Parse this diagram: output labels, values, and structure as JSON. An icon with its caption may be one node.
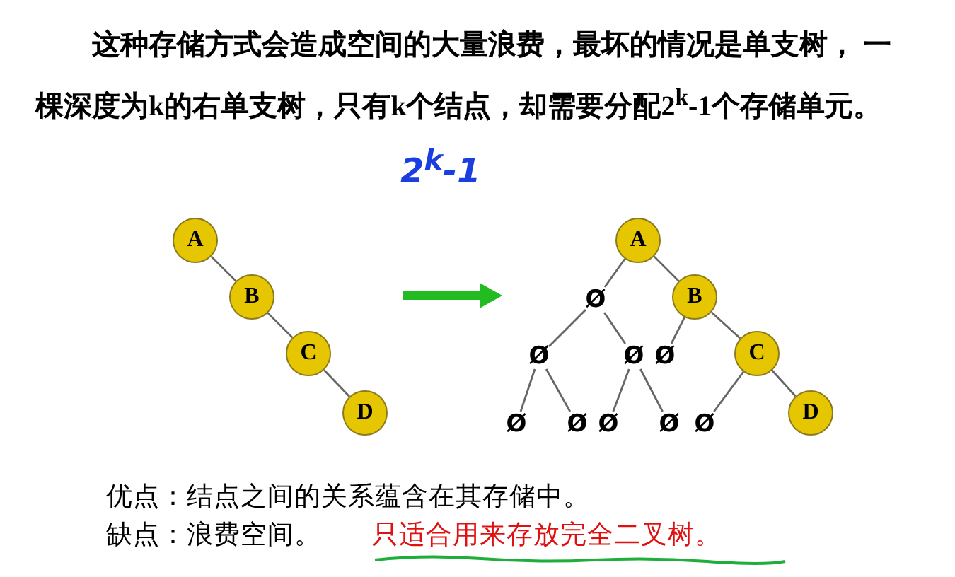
{
  "diagram": {
    "nodes": [
      {
        "text": [
          "A"
        ]
      },
      {
        "text": [
          "B"
        ]
      },
      {
        "text": [
          "C"
        ]
      },
      {
        "text": [
          "D"
        ]
      },
      {
        "text": [
          "A"
        ]
      },
      {
        "text": [
          "Ø"
        ]
      },
      {
        "text": [
          "B"
        ]
      },
      {
        "text": [
          "Ø"
        ]
      },
      {
        "text": [
          "Ø"
        ]
      },
      {
        "text": [
          "Ø"
        ]
      },
      {
        "text": [
          "C"
        ]
      },
      {
        "text": [
          "Ø"
        ]
      },
      {
        "text": [
          "Ø"
        ]
      },
      {
        "text": [
          "Ø"
        ]
      },
      {
        "text": [
          "Ø"
        ]
      },
      {
        "text": [
          "Ø"
        ]
      },
      {
        "text": [
          "D"
        ]
      }
    ],
    "edges": [
      {
        "from": 0,
        "to": 1,
        "arrow": "none"
      },
      {
        "from": 1,
        "to": 2,
        "arrow": "none"
      },
      {
        "from": 2,
        "to": 3,
        "arrow": "none"
      },
      {
        "from": 4,
        "to": 5,
        "arrow": "none"
      },
      {
        "from": 4,
        "to": 6,
        "arrow": "none"
      },
      {
        "from": 5,
        "to": 7,
        "arrow": "none"
      },
      {
        "from": 5,
        "to": 8,
        "arrow": "none"
      },
      {
        "from": 6,
        "to": 9,
        "arrow": "none"
      },
      {
        "from": 6,
        "to": 10,
        "arrow": "none"
      },
      {
        "from": 7,
        "to": 11,
        "arrow": "none"
      },
      {
        "from": 7,
        "to": 12,
        "arrow": "none"
      },
      {
        "from": 8,
        "to": 13,
        "arrow": "none"
      },
      {
        "from": 8,
        "to": 14,
        "arrow": "none"
      },
      {
        "from": 10,
        "to": 15,
        "arrow": "none"
      },
      {
        "from": 10,
        "to": 16,
        "arrow": "none"
      }
    ],
    "labels": [
      "这种存储方式会造成空间的大量浪费，最坏的情况是单支树， 一棵深度为k的右单支树，只有k个结点，却需要分配2$^{k}$-1个存储单元。",
      "2$^{k}$-1",
      "优点：结点之间的关系蕴含在其存储中。",
      "缺点：浪费空间。",
      "只适合用来存放完全二叉树。"
    ]
  }
}
